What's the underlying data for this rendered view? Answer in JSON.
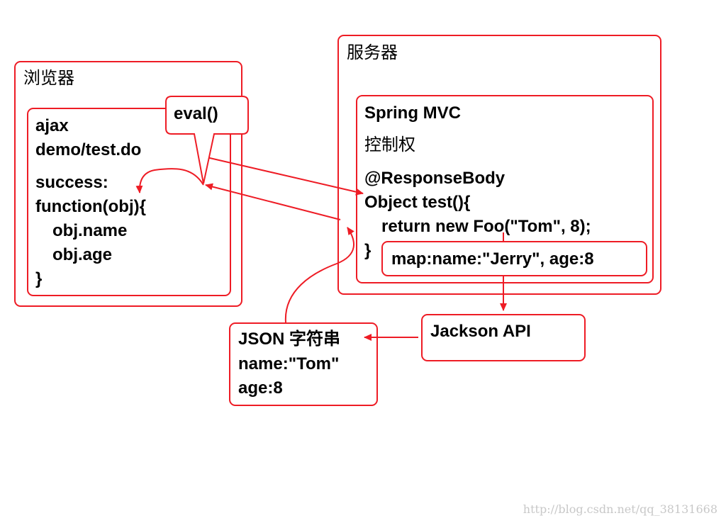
{
  "browser": {
    "title": "浏览器",
    "code": [
      "ajax",
      "demo/test.do",
      "success:",
      "function(obj){",
      "obj.name",
      "obj.age",
      "}"
    ]
  },
  "eval_label": "eval()",
  "server": {
    "title": "服务器",
    "framework": "Spring MVC",
    "controller": "控制权",
    "annotation": "@ResponseBody",
    "method_sig": "Object test(){",
    "return_stmt": "return new Foo(\"Tom\", 8);",
    "close": "}",
    "map_label": "map:name:\"Jerry\", age:8"
  },
  "jackson": {
    "label": "Jackson  API"
  },
  "json_box": {
    "title": "JSON 字符串",
    "line1": "name:\"Tom\"",
    "line2": "age:8"
  },
  "watermark": "http://blog.csdn.net/qq_38131668",
  "colors": {
    "accent": "#ee1c25"
  }
}
